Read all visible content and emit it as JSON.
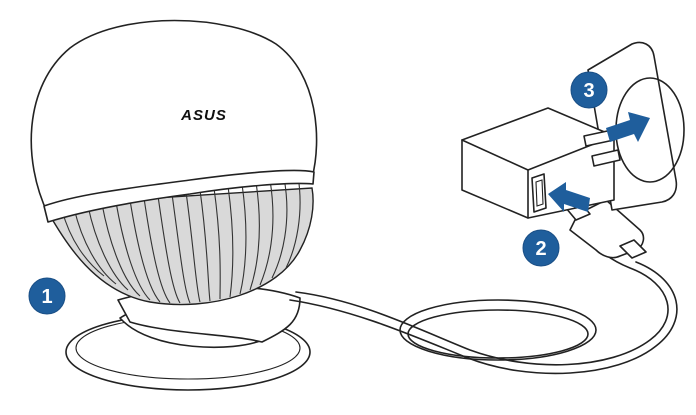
{
  "device": {
    "logo_text": "ASUS"
  },
  "steps": [
    {
      "label": "1"
    },
    {
      "label": "2"
    },
    {
      "label": "3"
    }
  ],
  "colors": {
    "step_badge": "#1f5e9c",
    "arrow": "#1f5e9c",
    "device_band": "#d9d9d9"
  }
}
